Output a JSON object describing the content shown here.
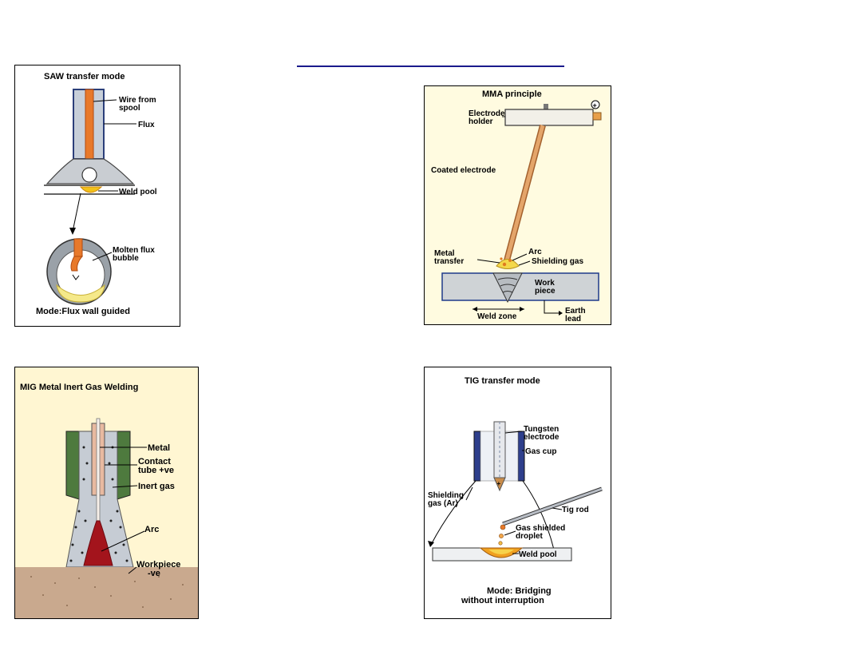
{
  "saw": {
    "title": "SAW transfer mode",
    "wire_line1": "Wire from",
    "wire_line2": "spool",
    "flux": "Flux",
    "weld_pool": "Weld pool",
    "molten_line1": "Molten flux",
    "molten_line2": "bubble",
    "mode": "Mode:Flux wall guided"
  },
  "mma": {
    "title": "MMA principle",
    "holder_line1": "Electrode",
    "holder_line2": "holder",
    "plus": "+",
    "coated": "Coated electrode",
    "metal_line1": "Metal",
    "metal_line2": "transfer",
    "arc": "Arc",
    "shielding": "Shielding gas",
    "work_line1": "Work",
    "work_line2": "piece",
    "weld_zone": "Weld zone",
    "earth_line1": "Earth",
    "earth_line2": "lead"
  },
  "mig": {
    "title": "MIG Metal Inert Gas Welding",
    "metal": "Metal",
    "contact_line1": "Contact",
    "contact_line2": "tube +ve",
    "inert": "Inert gas",
    "arc": "Arc",
    "workpiece_line1": "Workpiece",
    "workpiece_line2": "-ve"
  },
  "tig": {
    "title": "TIG transfer mode",
    "tungsten_line1": "Tungsten",
    "tungsten_line2": "electrode",
    "gas_cup": "Gas cup",
    "shield_line1": "Shielding",
    "shield_line2": "gas (Ar)",
    "tig_rod": "Tig rod",
    "droplet_line1": "Gas shielded",
    "droplet_line2": "droplet",
    "weld_pool": "Weld pool",
    "mode_line1": "Mode: Bridging",
    "mode_line2": "without interruption"
  }
}
